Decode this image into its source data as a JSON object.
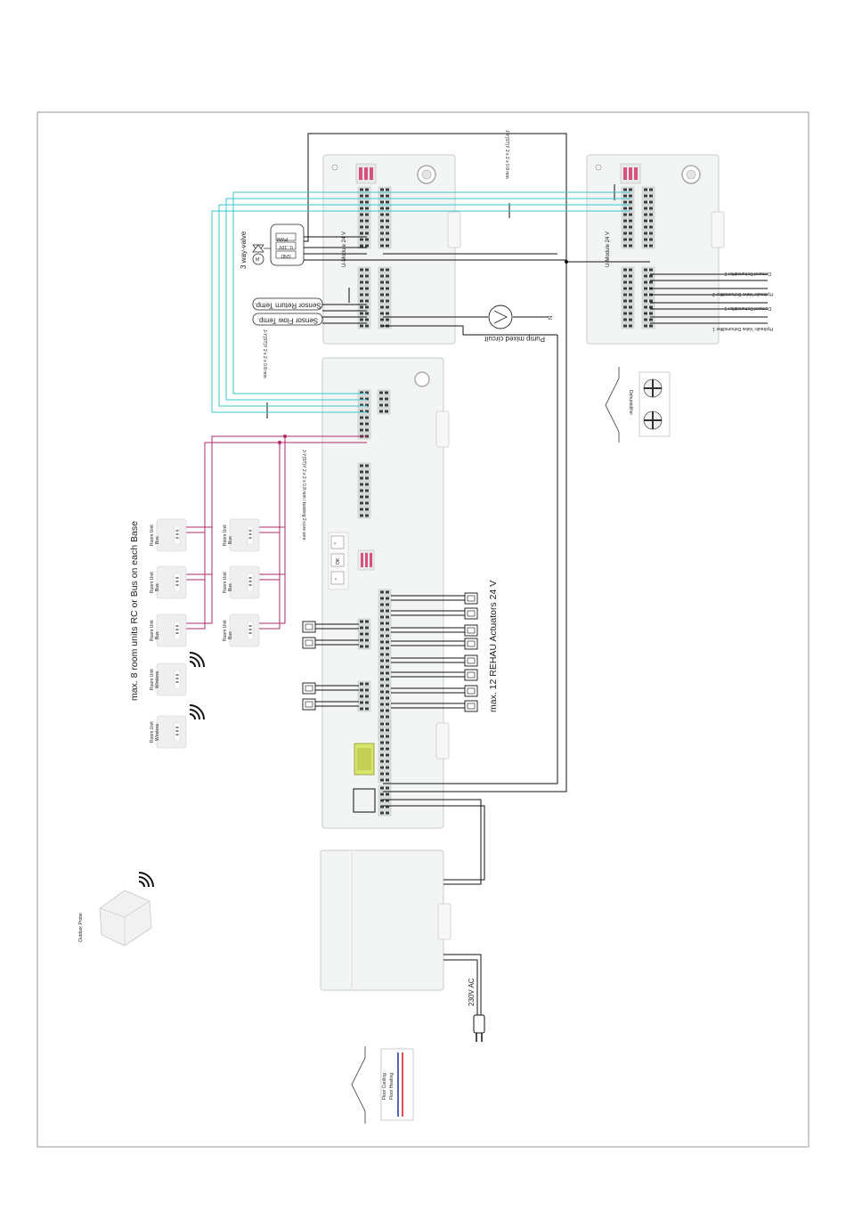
{
  "labels": {
    "cable_top": "J-Y(ST)Y 2 x 2 x 0.8 mm",
    "cable_left": "J-Y(ST)Y 2 x 2 x 0.8 mm",
    "cable_bus": "J-Y(ST)Y 2 x 2 x 0.8 mm / twisting 2-core wire",
    "valve": "3 way-valve",
    "pwm": "PWM",
    "v010": "0...10V",
    "gnd": "GND",
    "sensor_return": "Sensor Return Temp.",
    "sensor_flow": "Sensor Flow Temp.",
    "pump": "Pump mixed circuit",
    "neutral": "N",
    "umodule_1": "U-Module 24 V",
    "umodule_2": "U-Module 24 V",
    "demand_dehum_2": "Demand Dehumidifier 2",
    "hydraulic_valve_dehum_2": "Hydraulic Valve Dehumidifier 2",
    "demand_dehum_1": "Demand Dehumidifier 1",
    "hydraulic_valve_dehum_1": "Hydraulic Valve Dehumidifier 1",
    "dehumidifier": "Dehumidifier",
    "room_units_note": "max. 8 room units RC or Bus on each Base",
    "actuators_note": "max. 12 REHAU Actuators 24 V",
    "power": "230V AC",
    "outdoor_probe": "Outdoor Probe",
    "floor_cooling": "Floor Cooling",
    "floor_heating": "Floor Heating",
    "btn_ok": "OK"
  },
  "room_units": [
    {
      "line1": "Room Unit",
      "line2": "Bus"
    },
    {
      "line1": "Room Unit",
      "line2": "Bus"
    },
    {
      "line1": "Room Unit",
      "line2": "Bus"
    },
    {
      "line1": "Room Unit",
      "line2": "Bus"
    },
    {
      "line1": "Room Unit",
      "line2": "Bus"
    },
    {
      "line1": "Room Unit",
      "line2": "Bus"
    },
    {
      "line1": "Room Unit",
      "line2": "Wireless"
    },
    {
      "line1": "Room Unit",
      "line2": "Wireless"
    }
  ],
  "colors": {
    "bus_wire": "#36c7d3",
    "room_bus_wire": "#b12a68",
    "cooling": "#2b3fb0",
    "heating": "#d6262a"
  }
}
